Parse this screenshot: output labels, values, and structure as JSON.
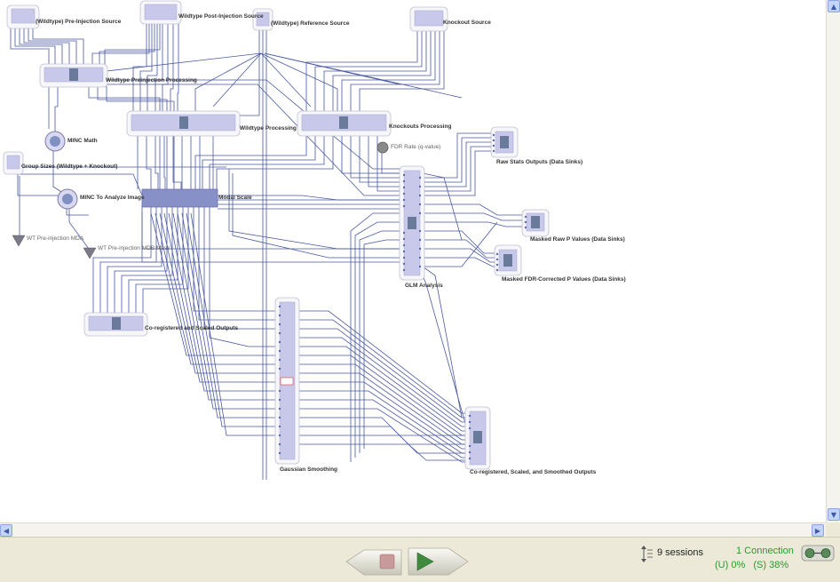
{
  "nodes": {
    "wt_preinj_source": {
      "label": "(Wildtype) Pre-Injection Source"
    },
    "wt_postinj_source": {
      "label": "Wildtype Post-Injection Source"
    },
    "wt_reference_source": {
      "label": "(Wildtype) Reference Source"
    },
    "knockout_source": {
      "label": "Knockout Source"
    },
    "wt_preinj_processing": {
      "label": "Wildtype Preinjection Processing"
    },
    "wt_processing": {
      "label": "Wildtype Processing"
    },
    "knockouts_processing": {
      "label": "Knockouts Processing"
    },
    "minc_math": {
      "label": "MINC Math"
    },
    "group_sizes": {
      "label": "Group Sizes (Wildtype + Knockout)"
    },
    "minc_to_analyze": {
      "label": "MINC To Analyze Image"
    },
    "modal_scale": {
      "label": "Modal Scale"
    },
    "fdr_rate": {
      "label": "FDR Rate (q-value)"
    },
    "raw_stats_outputs": {
      "label": "Raw Stats Outputs (Data Sinks)"
    },
    "masked_raw_p": {
      "label": "Masked Raw P Values (Data Sinks)"
    },
    "masked_fdr_p": {
      "label": "Masked FDR-Corrected P Values (Data Sinks)"
    },
    "glm_analysis": {
      "label": "GLM Analysis"
    },
    "wt_preinj_mda": {
      "label": "WT Pre-injection MDA"
    },
    "wt_preinj_mdb": {
      "label": "WT Pre-injection MDB Mask"
    },
    "coreg_scaled_outputs": {
      "label": "Co-registered and Scaled Outputs"
    },
    "gaussian_smoothing": {
      "label": "Gaussian Smoothing"
    },
    "coreg_scaled_smoothed_outputs": {
      "label": "Co-registered, Scaled, and Smoothed Outputs"
    }
  },
  "status": {
    "sessions": "9 sessions",
    "connection": "1 Connection",
    "usage": "(U) 0%   (S) 38%"
  },
  "colors": {
    "wire": "#4a5aa0",
    "node_fill": "#c8c8ea",
    "node_border": "#a8a8c8",
    "connection_text": "#2a9a2a"
  }
}
